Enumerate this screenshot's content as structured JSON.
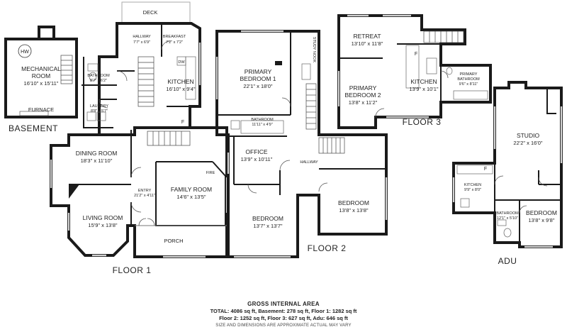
{
  "floors": {
    "basement": "BASEMENT",
    "floor1": "FLOOR 1",
    "floor2": "FLOOR 2",
    "floor3": "FLOOR 3",
    "adu": "ADU"
  },
  "rooms": {
    "mechanical": {
      "name_line1": "MECHANICAL",
      "name_line2": "ROOM",
      "dims": "16'10\" x 15'11\"",
      "hw": "HW",
      "furnace": "FURNACE"
    },
    "bathroom_b": {
      "name": "BATHROOM",
      "dims": "8'7\" x 6'2\""
    },
    "laundry": {
      "name": "LAUNDRY",
      "dims": "8'8\" x 5'7\""
    },
    "deck": {
      "name": "DECK"
    },
    "hallway1": {
      "name": "HALLWAY",
      "dims": "7'7\" x 6'9\""
    },
    "breakfast": {
      "name": "BREAKFAST",
      "dims": "7'2\" x 7'2\""
    },
    "kitchen1": {
      "name": "KITCHEN",
      "dims": "16'10\" x 9'4\"",
      "dw": "DW",
      "fridge": "F"
    },
    "dining": {
      "name": "DINING ROOM",
      "dims": "18'3\" x 11'10\""
    },
    "entry": {
      "name": "ENTRY",
      "dims": "21'2\" x 4'11\""
    },
    "family": {
      "name": "FAMILY ROOM",
      "dims": "14'6\" x 13'5\"",
      "fire": "FIRE"
    },
    "living": {
      "name": "LIVING ROOM",
      "dims": "15'9\" x 13'8\""
    },
    "porch": {
      "name": "PORCH"
    },
    "primary1": {
      "name_line1": "PRIMARY",
      "name_line2": "BEDROOM 1",
      "dims": "22'1\" x 18'0\"",
      "nook": "STUDY NOOK"
    },
    "bathroom2": {
      "name": "BATHROOM",
      "dims": "11'11\" x 4'9\""
    },
    "office": {
      "name": "OFFICE",
      "dims": "13'9\" x 10'11\""
    },
    "hallway2": {
      "name": "HALLWAY"
    },
    "bedroom2a": {
      "name": "BEDROOM",
      "dims": "13'7\" x 13'7\""
    },
    "bedroom2b": {
      "name": "BEDROOM",
      "dims": "13'8\" x 13'8\""
    },
    "retreat": {
      "name": "RETREAT",
      "dims": "13'10\" x 11'8\""
    },
    "primary2": {
      "name_line1": "PRIMARY",
      "name_line2": "BEDROOM 2",
      "dims": "13'8\" x 11'2\""
    },
    "kitchen3": {
      "name": "KITCHEN",
      "dims": "13'9\" x 10'1\"",
      "fridge": "F"
    },
    "pbath": {
      "name_line1": "PRIMARY",
      "name_line2": "BATHROOM",
      "dims": "9'6\" x 8'11\""
    },
    "studio": {
      "name": "STUDIO",
      "dims": "22'2\" x 16'0\""
    },
    "kitchen_adu": {
      "name": "KITCHEN",
      "dims": "9'9\" x 8'0\"",
      "fridge": "F"
    },
    "bath_adu": {
      "name": "BATHROOM",
      "dims": "12'1\" x 5'10\""
    },
    "bedroom_adu": {
      "name": "BEDROOM",
      "dims": "13'8\" x 9'8\""
    }
  },
  "area": {
    "title": "GROSS INTERNAL AREA",
    "line1": "TOTAL: 4086 sq ft, Basement: 278 sq ft, Floor 1: 1282 sq ft",
    "line2": "Floor 2: 1252 sq ft, Floor 3: 627 sq ft, Adu: 646 sq ft",
    "note": "SIZE AND DIMENSIONS ARE APPROXIMATE ACTUAL MAY VARY"
  }
}
